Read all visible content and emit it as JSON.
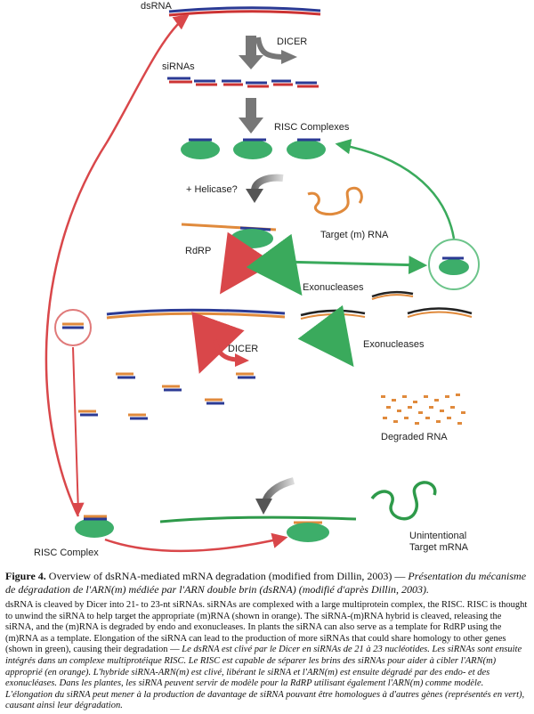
{
  "labels": {
    "dsrna": "dsRNA",
    "dicer_top": "DICER",
    "sirnas": "siRNAs",
    "risc_complexes": "RISC Complexes",
    "helicase": "+ Helicase?",
    "target_rna": "Target (m) RNA",
    "rdrp": "RdRP",
    "exonucleases_1": "Exonucleases",
    "exonucleases_2": "Exonucleases",
    "dicer_mid": "DICER",
    "degraded_rna": "Degraded RNA",
    "risc_complex": "RISC Complex",
    "unintentional_line1": "Unintentional",
    "unintentional_line2": "Target mRNA"
  },
  "colors": {
    "blue_strand": "#2b3a94",
    "red_strand": "#cc3333",
    "orange_strand": "#e08a3c",
    "green_strand": "#2e9a4a",
    "risc_green": "#3dae6a",
    "gray_arrow": "#777777",
    "red_arrow": "#d9474a",
    "green_arrow": "#3aaa5c",
    "circle_red": "#e07a7a",
    "circle_green": "#6cc48a"
  },
  "caption": {
    "figure_label": "Figure 4.",
    "title_en": "Overview of dsRNA-mediated mRNA degradation (modified from Dillin, 2003) —",
    "title_fr": "Présentation du mécanisme de dégradation de l'ARN(m) médiée par l'ARN double brin (dsRNA) (modifié d'après Dillin, 2003).",
    "body_en": "dsRNA is cleaved by Dicer into 21- to 23-nt siRNAs. siRNAs are complexed with a large multiprotein complex, the RISC. RISC is thought to unwind the siRNA to help target the appropriate (m)RNA (shown in orange). The siRNA-(m)RNA hybrid is cleaved, releasing the siRNA, and the (m)RNA is degraded by endo and exonucleases. In plants the siRNA can also serve as a template for RdRP using the (m)RNA as a template. Elongation of the siRNA can lead to the production of more siRNAs that could share homology to other genes (shown in green), causing their degradation —",
    "body_fr": "Le dsRNA est clivé par le Dicer en siRNAs de 21 à 23 nucléotides. Les siRNAs sont ensuite intégrés dans un complexe multiprotéique RISC. Le RISC est capable de séparer les brins des siRNAs pour aider à cibler l'ARN(m) approprié (en orange). L'hybride siRNA-ARN(m) est clivé, libérant le siRNA et l'ARN(m) est ensuite dégradé par des endo- et des exonucléases. Dans les plantes, les siRNA peuvent servir de modèle pour la RdRP utilisant également l'ARN(m) comme modèle. L'élongation du siRNA peut mener à la production de davantage de siRNA pouvant être homologues à d'autres gènes (représentés en vert), causant ainsi leur dégradation."
  }
}
